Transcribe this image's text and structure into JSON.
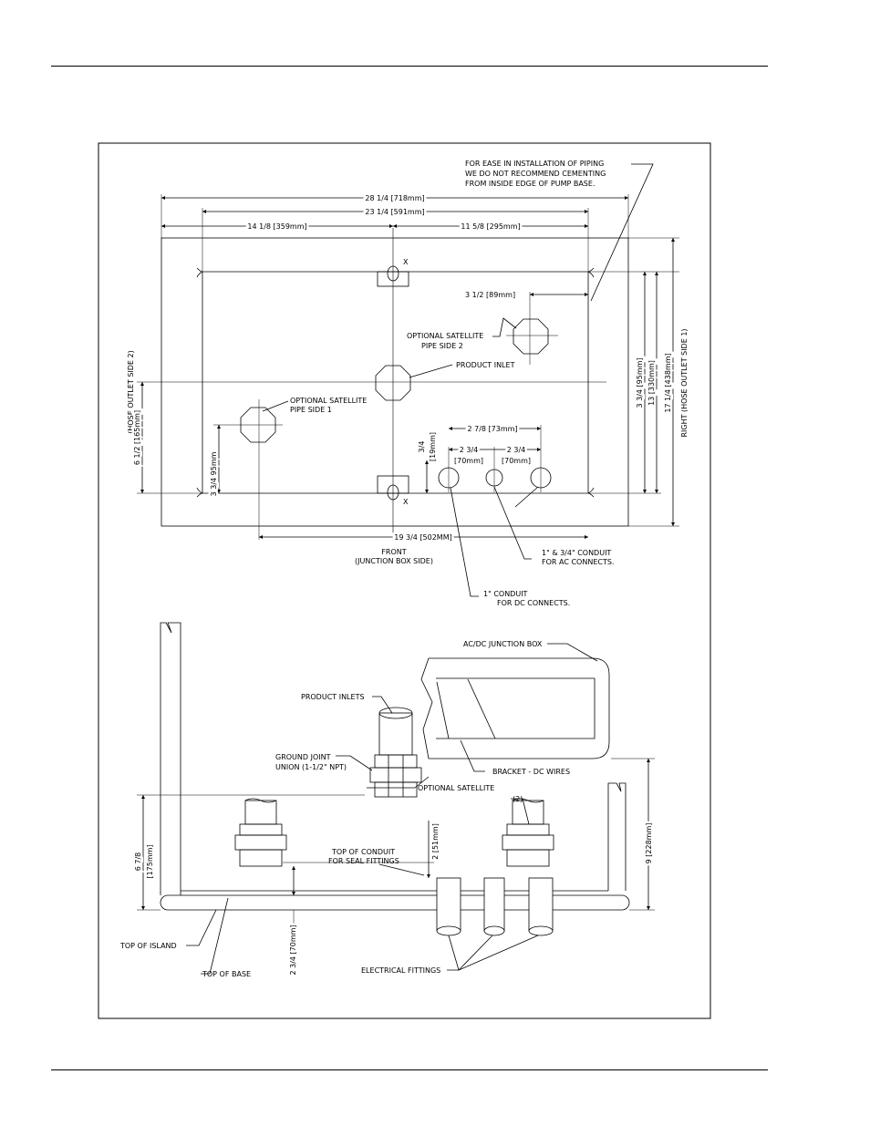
{
  "top_view": {
    "note_line1": "FOR EASE IN INSTALLATION OF PIPING",
    "note_line2": "WE DO NOT RECOMMEND CEMENTING",
    "note_line3": "FROM INSIDE EDGE OF PUMP BASE.",
    "dim_overall": "28 1/4 [718mm]",
    "dim_span": "23 1/4 [591mm]",
    "dim_left": "14 1/8 [359mm]",
    "dim_right": "11 5/8 [295mm]",
    "mark_x_top": "X",
    "mark_x_bottom": "X",
    "dim_satellite_offset": "3 1/2 [89mm]",
    "satellite2_line1": "OPTIONAL SATELLITE",
    "satellite2_line2": "PIPE SIDE 2",
    "product_inlet": "PRODUCT INLET",
    "satellite1_line1": "OPTIONAL SATELLITE",
    "satellite1_line2": "PIPE SIDE 1",
    "side2_label": "(HOSE OUTLET SIDE 2)",
    "dim_left_height": "6 1/2 [165mm]",
    "dim_sat1_height": "3 3/4 95mm",
    "dim_conduit_span": "2 7/8 [73mm]",
    "dim_conduit_offset_a": "3/4",
    "dim_conduit_offset_b": "[19mm]",
    "dim_pitch1_a": "2 3/4",
    "dim_pitch1_b": "[70mm]",
    "dim_pitch2_a": "2 3/4",
    "dim_pitch2_b": "[70mm]",
    "dim_right_a": "3 3/4 [95mm]",
    "dim_right_b": "13 [330mm]",
    "dim_right_c": "17 1/4 [438mm]",
    "side1_label": "RIGHT (HOSE OUTLET SIDE 1)",
    "dim_bottom": "19 3/4 [502MM]",
    "front_line1": "FRONT",
    "front_line2": "(JUNCTION BOX SIDE)",
    "ac_conduit_line1": "1\" & 3/4\" CONDUIT",
    "ac_conduit_line2": "FOR AC CONNECTS.",
    "dc_conduit_line1": "1\" CONDUIT",
    "dc_conduit_line2": "FOR DC CONNECTS."
  },
  "side_view": {
    "junction_box": "AC/DC JUNCTION BOX",
    "product_inlets": "PRODUCT INLETS",
    "ground_joint_line1": "GROUND JOINT",
    "ground_joint_line2": "UNION (1-1/2\" NPT)",
    "optional_satellite": "OPTIONAL SATELLITE",
    "bracket": "BRACKET - DC WIRES",
    "count_label": "(2)",
    "dim_island_a": "6 7/8",
    "dim_island_b": "[175mm]",
    "dim_conduit_height": "2 [51mm]",
    "top_conduit_line1": "TOP OF CONDUIT",
    "top_conduit_line2": "FOR SEAL FITTINGS",
    "dim_box_height": "9 [228mm]",
    "top_island": "TOP OF ISLAND",
    "top_base": "TOP OF BASE",
    "dim_base_depth": "2 3/4 [70mm]",
    "electrical_fittings": "ELECTRICAL FITTINGS"
  }
}
